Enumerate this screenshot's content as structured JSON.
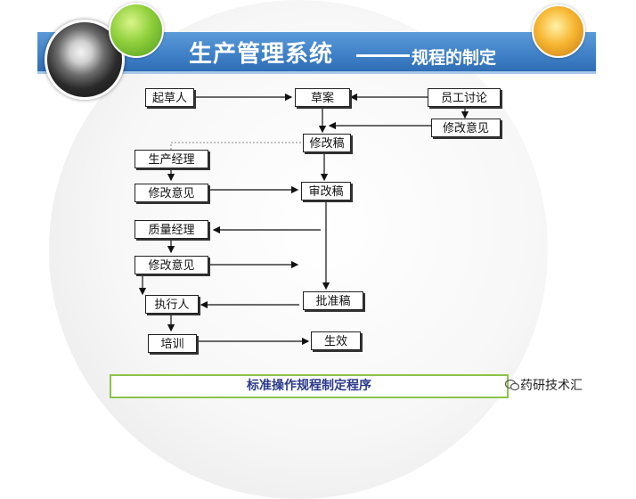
{
  "header": {
    "title": "生产管理系统",
    "dash": "——",
    "subtitle": "规程的制定"
  },
  "flow": {
    "drafter": "起草人",
    "draft": "草案",
    "staff_discussion": "员工讨论",
    "revise_opinion_1": "修改意见",
    "revised_draft": "修改稿",
    "production_manager": "生产经理",
    "revise_opinion_2": "修改意见",
    "reviewed_draft": "审改稿",
    "quality_manager": "质量经理",
    "revise_opinion_3": "修改意见",
    "approved_draft": "批准稿",
    "executor": "执行人",
    "training": "培训",
    "effective": "生效"
  },
  "caption": "标准操作规程制定程序",
  "watermark": "药研技术汇",
  "colors": {
    "banner": "#3e7fc6",
    "caption_border": "#8bc34a",
    "caption_text": "#2b3a8c"
  }
}
